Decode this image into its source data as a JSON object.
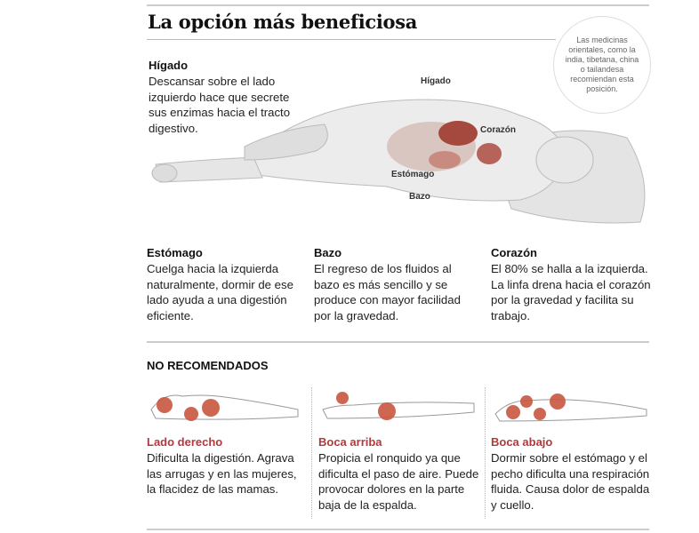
{
  "title": "La opción más beneficiosa",
  "note": "Las medicinas orientales, como la india, tibetana, china o tailandesa recomiendan esta posición.",
  "liver": {
    "heading": "Hígado",
    "text": "Descansar sobre el lado izquierdo hace que secrete sus enzimas hacia el tracto digestivo."
  },
  "figure_labels": {
    "liver": "Hígado",
    "heart": "Corazón",
    "stomach": "Estómago",
    "spleen": "Bazo"
  },
  "benefits": [
    {
      "heading": "Estómago",
      "text": "Cuelga hacia la izquierda naturalmente, dormir de ese lado ayuda a una digestión eficiente."
    },
    {
      "heading": "Bazo",
      "text": "El regreso de los fluidos al bazo es más sencillo y se produce con mayor facilidad por la gravedad."
    },
    {
      "heading": "Corazón",
      "text": "El 80% se halla a la izquierda. La linfa drena hacia el corazón por la gravedad y facilita su trabajo."
    }
  ],
  "not_recommended": {
    "heading": "NO RECOMENDADOS",
    "items": [
      {
        "heading": "Lado derecho",
        "text": "Dificulta la digestión. Agrava las arrugas y en las mujeres, la flacidez de las mamas."
      },
      {
        "heading": "Boca arriba",
        "text": "Propicia el ronquido ya que dificulta el paso de aire. Puede provocar dolores en la parte baja de la espalda."
      },
      {
        "heading": "Boca abajo",
        "text": "Dormir sobre el estómago y el pecho dificulta una respiración fluida. Causa dolor de espalda y cuello."
      }
    ]
  },
  "colors": {
    "accent": "#b13a3d",
    "marker": "#c9573e"
  }
}
